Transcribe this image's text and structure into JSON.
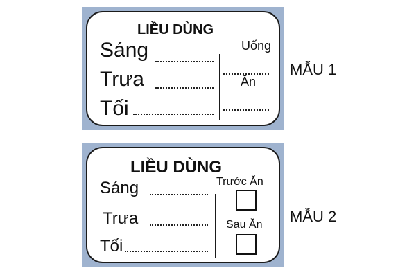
{
  "label1": {
    "title": "LIỀU DÙNG",
    "rows": [
      "Sáng",
      "Trưa",
      "Tối"
    ],
    "drink": "Uống",
    "eat": "Ăn",
    "sample": "MẪU 1"
  },
  "label2": {
    "title": "LIỀU DÙNG",
    "rows": [
      "Sáng",
      "Trưa",
      "Tối"
    ],
    "before_meal": "Trước Ăn",
    "after_meal": "Sau Ăn",
    "sample": "MẪU 2"
  },
  "colors": {
    "frame": "#9fb3cf",
    "border": "#1a1a1a"
  }
}
